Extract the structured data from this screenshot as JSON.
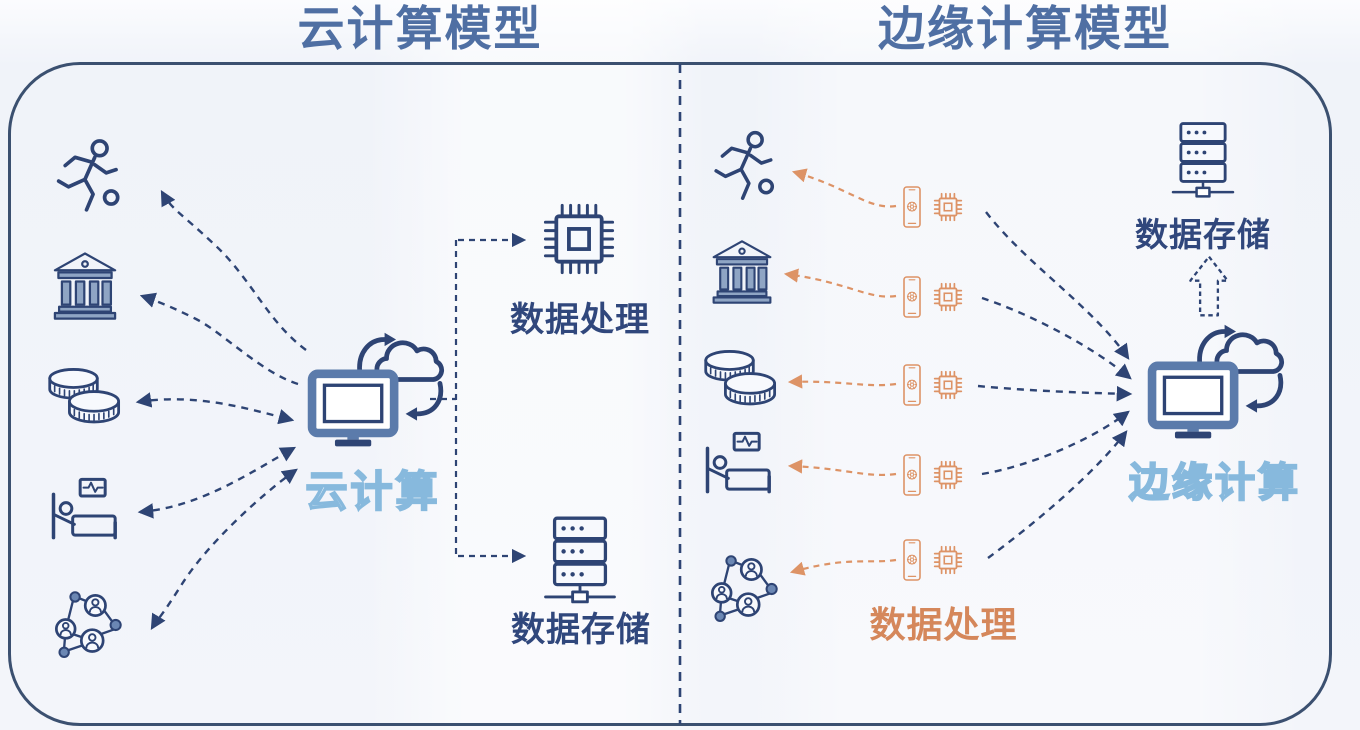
{
  "titles": {
    "left": "云计算模型",
    "right": "边缘计算模型"
  },
  "cloud_panel": {
    "hub_label": "云计算",
    "processing_label": "数据处理",
    "storage_label": "数据存储",
    "source_icons": [
      "runner-sports",
      "bank-building",
      "coin-stack-finance",
      "patient-bed-healthcare",
      "people-network-social"
    ],
    "hub_icon": "monitor-cloud-sync",
    "processing_icon": "cpu-chip",
    "storage_icon": "server-rack"
  },
  "edge_panel": {
    "hub_label": "边缘计算",
    "processing_label": "数据处理",
    "storage_label": "数据存储",
    "source_icons": [
      "runner-sports",
      "bank-building",
      "coin-stack-finance",
      "patient-bed-healthcare",
      "people-network-social"
    ],
    "edge_device_icons": [
      "smartphone-gear",
      "cpu-chip-small"
    ],
    "edge_device_count": 5,
    "hub_icon": "monitor-cloud-sync",
    "storage_icon": "server-rack"
  },
  "colors": {
    "navy": "#2e4474",
    "steel_fill": "#8fa5c4",
    "frame_border": "#3b5070",
    "title_blue": "#4f6fa3",
    "hub_outline_blue": "#87b9dd",
    "orange": "#dd9366",
    "background": "#f3f5fa"
  }
}
